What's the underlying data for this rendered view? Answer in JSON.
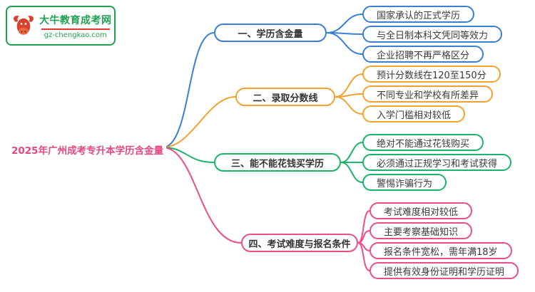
{
  "logo": {
    "title": "大牛教育成考网",
    "domain": "gz-chengkao.com",
    "border_color": "#1da34f",
    "accent_color": "#e03c2d"
  },
  "root": {
    "label": "2025年广州成考专升本学历含金量",
    "color": "#e2497f"
  },
  "branches": [
    {
      "label": "一、学历含金量",
      "color": "#3a7fd5",
      "children": [
        "国家承认的正式学历",
        "与全日制本科文凭同等效力",
        "企业招聘不再严格区分"
      ]
    },
    {
      "label": "二、录取分数线",
      "color": "#f0a32f",
      "children": [
        "预计分数线在120至150分",
        "不同专业和学校有所差异",
        "入学门槛相对较低"
      ]
    },
    {
      "label": "三、能不能花钱买学历",
      "color": "#1cb36b",
      "children": [
        "绝对不能通过花钱购买",
        "必须通过正规学习和考试获得",
        "警惕诈骗行为"
      ]
    },
    {
      "label": "四、考试难度与报名条件",
      "color": "#ec4d8b",
      "children": [
        "考试难度相对较低",
        "主要考察基础知识",
        "报名条件宽松，需年满18岁",
        "提供有效身份证明和学历证明"
      ]
    }
  ]
}
